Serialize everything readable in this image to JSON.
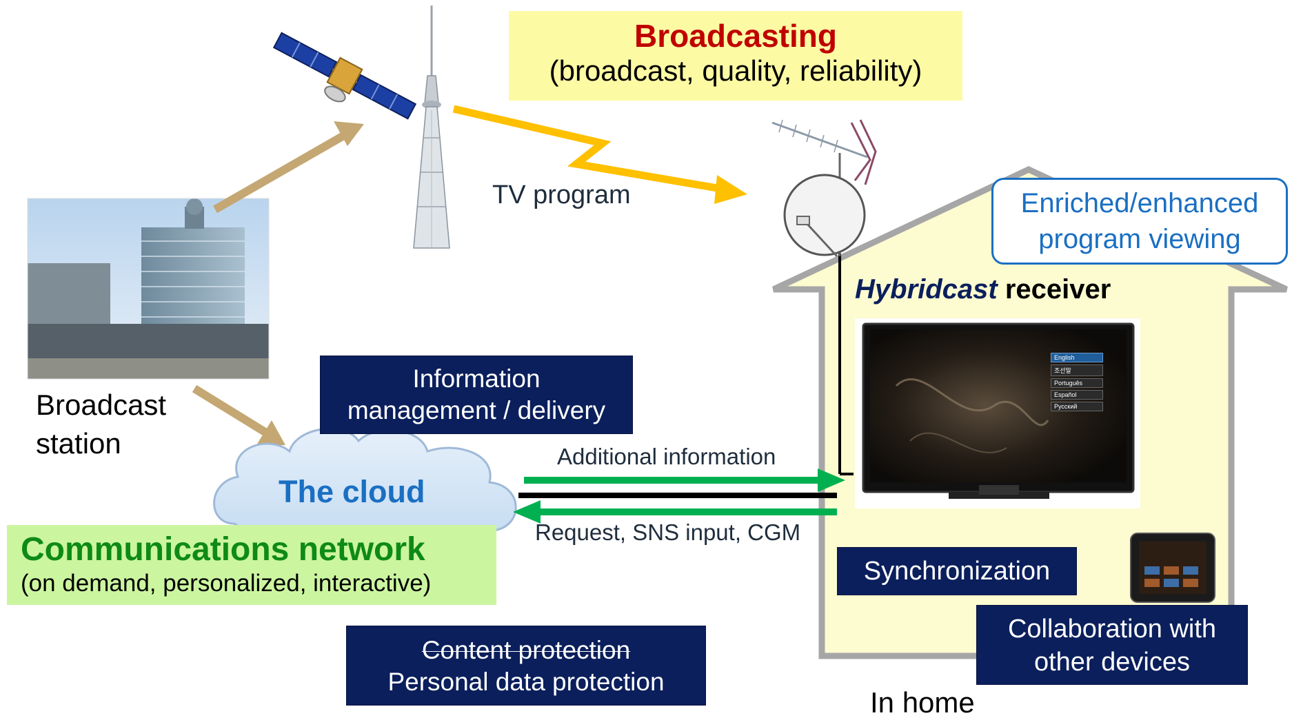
{
  "broadcasting": {
    "title": "Broadcasting",
    "subtitle": "(broadcast, quality, reliability)",
    "title_color": "#c00000",
    "box_color": "#fdfaa4"
  },
  "tv_program_label": "TV program",
  "broadcast_station": {
    "line1": "Broadcast",
    "line2": "station"
  },
  "info_box": {
    "line1": "Information",
    "line2": "management / delivery"
  },
  "cloud_label": "The cloud",
  "communications": {
    "title": "Communications network",
    "subtitle": "(on demand, personalized, interactive)",
    "title_color": "#0e8a16",
    "box_color": "#ccf5a0"
  },
  "additional_info_label": "Additional information",
  "request_label": "Request, SNS input, CGM",
  "enriched": {
    "line1": "Enriched/enhanced",
    "line2": "program viewing"
  },
  "receiver": {
    "brand": "Hybridcast",
    "suffix": " receiver"
  },
  "tv_menu": {
    "languages": [
      "English",
      "조선말",
      "Português",
      "Español",
      "Русский"
    ]
  },
  "synchronization_label": "Synchronization",
  "collaboration": {
    "line1": "Collaboration with",
    "line2": "other devices"
  },
  "protection": {
    "line1": "Content protection",
    "line2": "Personal data protection"
  },
  "in_home_label": "In home",
  "colors": {
    "navy": "#0b1f5c",
    "arrow_orange": "#ffc000",
    "arrow_tan": "#c4a772",
    "arrow_green": "#00b050",
    "cloud_text": "#1a6fc2",
    "house_fill": "#fdfbd0",
    "house_stroke": "#a6a6a6"
  },
  "icons": [
    "satellite-icon",
    "broadcast-tower-icon",
    "antenna-dish-icon",
    "building-photo",
    "tv-icon",
    "tablet-icon"
  ]
}
